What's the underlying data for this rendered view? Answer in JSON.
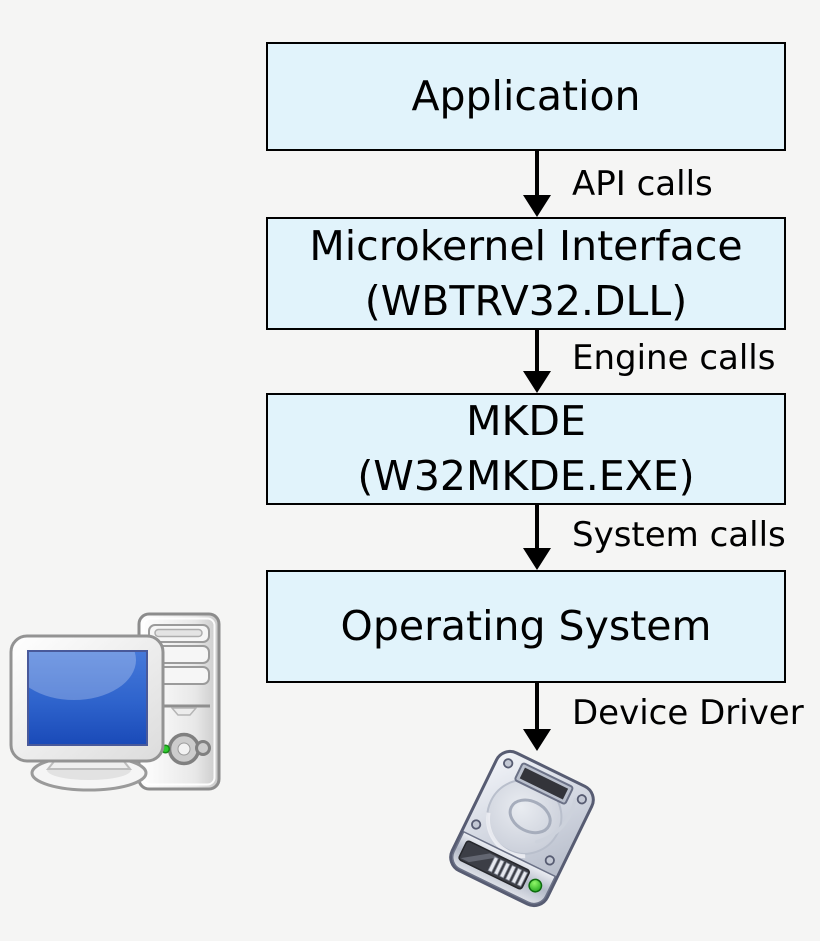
{
  "colors": {
    "background": "#f5f5f4",
    "box_fill": "#e1f3fb",
    "box_border": "#000000",
    "arrow": "#000000",
    "text": "#000000",
    "screen_blue": "#2e63cc",
    "led_green": "#2ecc2e"
  },
  "boxes": [
    {
      "name": "application",
      "lines": [
        "Application"
      ]
    },
    {
      "name": "microkernel-interface",
      "lines": [
        "Microkernel Interface",
        "(WBTRV32.DLL)"
      ]
    },
    {
      "name": "mkde",
      "lines": [
        "MKDE",
        "(W32MKDE.EXE)"
      ]
    },
    {
      "name": "operating-system",
      "lines": [
        "Operating System"
      ]
    }
  ],
  "arrow_labels": [
    "API calls",
    "Engine calls",
    "System calls",
    "Device Driver"
  ],
  "icons": [
    {
      "name": "computer-icon"
    },
    {
      "name": "hard-disk-icon"
    }
  ]
}
